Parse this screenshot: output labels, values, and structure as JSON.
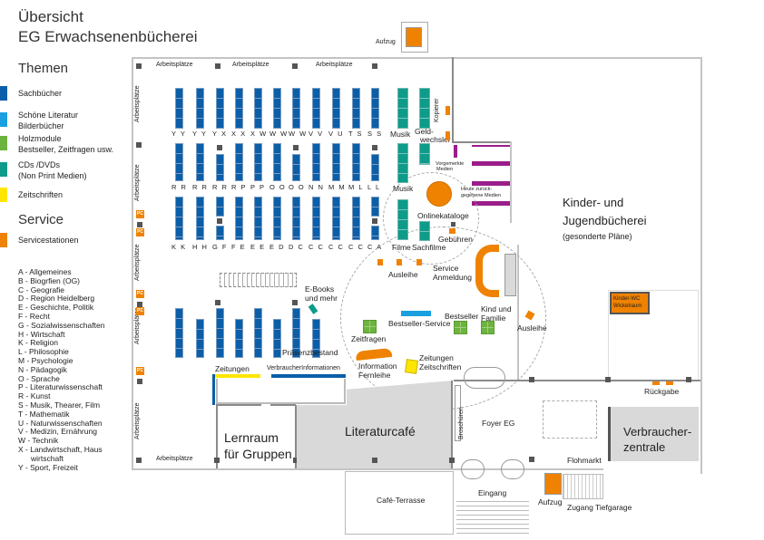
{
  "title": {
    "line1": "Übersicht",
    "line2": "EG Erwachsenenbücherei"
  },
  "legend": {
    "themes_heading": "Themen",
    "items": [
      {
        "label": "Sachbücher",
        "color": "#0b5ea8"
      },
      {
        "label_line1": "Schöne Literatur",
        "label_line2": "Bilderbücher",
        "color": "#1aa0e0"
      },
      {
        "label_line1": "Holzmodule",
        "label_line2": "Bestseller, Zeitfragen usw.",
        "color": "#6db33f"
      },
      {
        "label_line1": "CDs /DVDs",
        "label_line2": "(Non Print Medien)",
        "color": "#0e9b8a"
      },
      {
        "label": "Zeitschriften",
        "color": "#ffe600"
      }
    ],
    "service_heading": "Service",
    "service_items": [
      {
        "label": "Servicestationen",
        "color": "#ef8200"
      }
    ]
  },
  "categories": [
    "A - Allgemeines",
    "B - Biogrfien (OG)",
    "C - Geografie",
    "D - Region Heidelberg",
    "E - Geschichte, Politik",
    "F - Recht",
    "G - Sozialwissenschaften",
    "H - Wirtschaft",
    "K - Religion",
    "L - Philosophie",
    "M - Psychologie",
    "N - Pädagogik",
    "O - Sprache",
    "P - Literaturwissenschaft",
    "R - Kunst",
    "S - Musik, Thearer, Film",
    "T - Mathematik",
    "U - Naturwissenschaften",
    "V - Medizin, Ernährung",
    "W - Technik",
    "X - Landwirtschaft, Haus",
    "wirtschaft",
    "Y - Sport, Freizeit"
  ],
  "map": {
    "aufzug_top": "Aufzug",
    "arbeitsplaetze": "Arbeitsplätze",
    "row1_labels": [
      "Y Y",
      "Y Y",
      "Y X",
      "X X",
      "X W",
      "W W",
      "W W",
      "V V",
      "V U",
      "T S",
      "S S"
    ],
    "row2_labels": [
      "R R",
      "R R",
      "R R",
      "R P",
      "P P",
      "O O",
      "O O",
      "N N",
      "M M",
      "M L",
      "L L"
    ],
    "row3_labels": [
      "K K",
      "H H",
      "G F",
      "F E",
      "E E",
      "E D",
      "D C",
      "C C",
      "C C",
      "C C",
      "C A"
    ],
    "musik": "Musik",
    "geldwechsler_1": "Geld-",
    "geldwechsler_2": "wechsler",
    "kopierer": "Kopierer",
    "vorgemerkte_1": "Vorgemerkte",
    "vorgemerkte_2": "Medien",
    "heute_1": "Heute zurück-",
    "heute_2": "gegebene Medien",
    "musik2": "Musik",
    "onlinekataloge": "Onlinekataloge",
    "filme": "Filme",
    "sachfilme": "Sachfilme",
    "gebuehren": "Gebühren",
    "ausleihe": "Ausleihe",
    "service_1": "Service",
    "service_2": "Anmeldung",
    "kind_1": "Kind und",
    "kind_2": "Familie",
    "ausleihe2": "Ausleihe",
    "bestseller": "Bestseller",
    "bestseller_service": "Bestseller-Service",
    "zeitfragen": "Zeitfragen",
    "ebooks_1": "E-Books",
    "ebooks_2": "und mehr",
    "praesenzbestand": "Präsenzbestand",
    "zeitungen": "Zeitungen",
    "verbraucherinfo": "VerbraucherInformationen",
    "information_1": "Information",
    "information_2": "Fernleihe",
    "zeitungen2_1": "Zeitungen",
    "zeitungen2_2": "Zeitschriften",
    "kinder_1": "Kinder- und",
    "kinder_2": "Jugendbücherei",
    "kinder_3": "(gesonderte Pläne)",
    "kinderwc_1": "Kinder-WC",
    "kinderwc_2": "Wickelraum",
    "rueckgabe": "Rückgabe",
    "verbraucher_1": "Verbraucher-",
    "verbraucher_2": "zentrale",
    "literaturcafe": "Literaturcafé",
    "lernraum_1": "Lernraum",
    "lernraum_2": "für Gruppen",
    "broschueren": "Broschüren",
    "foyer": "Foyer EG",
    "flohmarkt": "Flohmarkt",
    "eingang": "Eingang",
    "cafe_terrasse": "Café-Terrasse",
    "aufzug_bottom": "Aufzug",
    "tiefgarage": "Zugang Tiefgarage",
    "pc": "PC"
  }
}
